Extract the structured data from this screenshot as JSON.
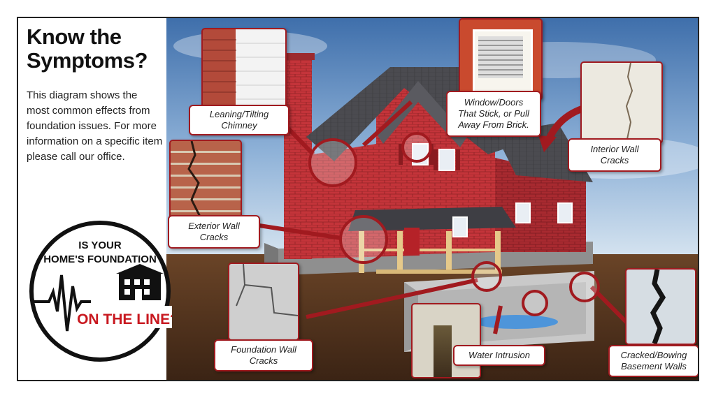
{
  "title": {
    "line1": "Know the",
    "line2": "Symptoms?"
  },
  "description": "This diagram shows the most common effects from foundation issues. For more information on a specific item please call our office.",
  "badge": {
    "line1": "IS YOUR",
    "line2": "HOME'S FOUNDATION",
    "line3": "ON THE LINE?"
  },
  "callouts": {
    "chimney": {
      "line1": "Leaning/Tilting",
      "line2": "Chimney"
    },
    "windows": {
      "line1": "Window/Doors",
      "line2": "That Stick, or Pull",
      "line3": "Away From Brick."
    },
    "interior": {
      "line1": "Interior Wall",
      "line2": "Cracks"
    },
    "exterior": {
      "line1": "Exterior Wall",
      "line2": "Cracks"
    },
    "foundation": {
      "line1": "Foundation Wall",
      "line2": "Cracks"
    },
    "water": {
      "line1": "Water Intrusion"
    },
    "basement": {
      "line1": "Cracked/Bowing",
      "line2": "Basement Walls"
    }
  },
  "colors": {
    "accent": "#a11a1f",
    "brick": "#c93a3f",
    "roof": "#4a4a4e",
    "sky": "#4f7fb8",
    "soil": "#4a2e1c"
  }
}
